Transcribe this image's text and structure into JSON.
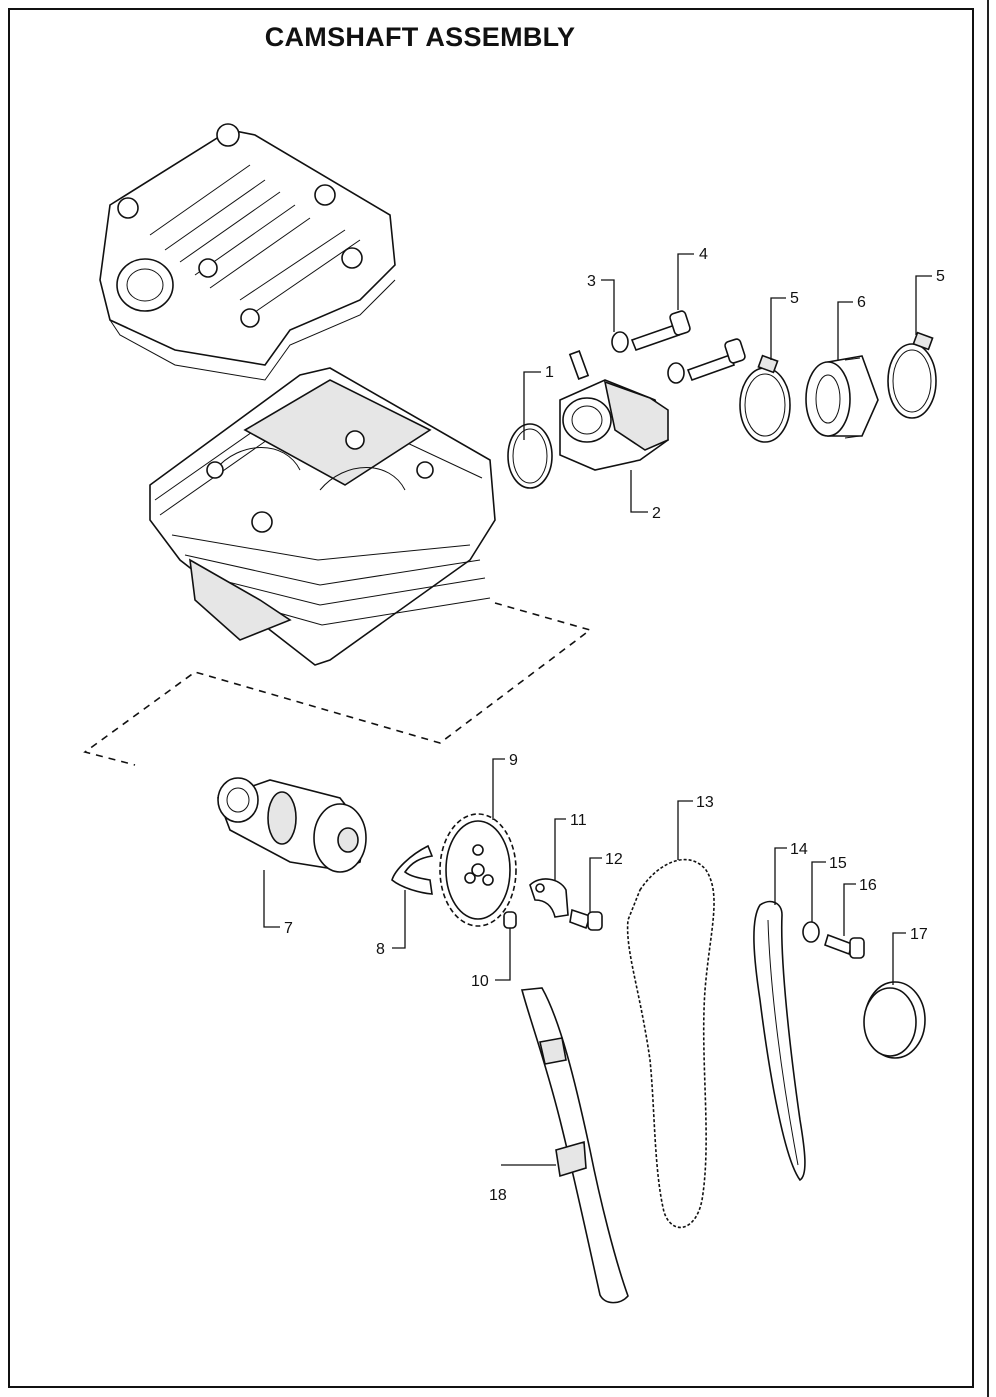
{
  "title": "CAMSHAFT ASSEMBLY",
  "callouts": [
    "1",
    "2",
    "3",
    "4",
    "5",
    "5",
    "6",
    "7",
    "8",
    "9",
    "10",
    "11",
    "12",
    "13",
    "14",
    "15",
    "16",
    "17",
    "18"
  ]
}
